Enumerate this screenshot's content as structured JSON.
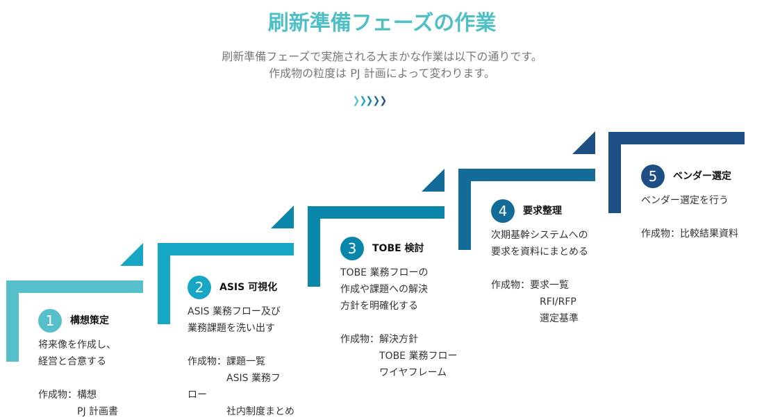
{
  "title": "刷新準備フェーズの作業",
  "subtitle_line1": "刷新準備フェーズで実施される大まかな作業は以下の通りです。",
  "subtitle_line2": "作成物の粒度は PJ 計画によって変わります。",
  "colors": [
    "#56bfc9",
    "#17a6c4",
    "#0b86ab",
    "#136b98",
    "#1d4f85"
  ],
  "steps": [
    {
      "num": "1",
      "title": "構想策定",
      "desc": "将来像を作成し、\n経営と合意する",
      "output": "作成物：構想\n　　　　PJ 計画書"
    },
    {
      "num": "2",
      "title": "ASIS 可視化",
      "desc": "ASIS 業務フロー及び\n業務課題を洗い出す",
      "output": "作成物：課題一覧\n　　　　ASIS 業務フ\nロー\n　　　　社内制度まとめ"
    },
    {
      "num": "3",
      "title": "TOBE 検討",
      "desc": "TOBE 業務フローの\n作成や課題への解決\n方針を明確化する",
      "output": "作成物：解決方針\n　　　　TOBE 業務フロー\n　　　　ワイヤフレーム"
    },
    {
      "num": "4",
      "title": "要求整理",
      "desc": "次期基幹システムへの\n要求を資料にまとめる",
      "output": "作成物：要求一覧\n　　　　　RFI/RFP\n　　　　　選定基準"
    },
    {
      "num": "5",
      "title": "ベンダー選定",
      "desc": "ベンダー選定を行う",
      "output": "作成物：比較結果資料"
    }
  ]
}
